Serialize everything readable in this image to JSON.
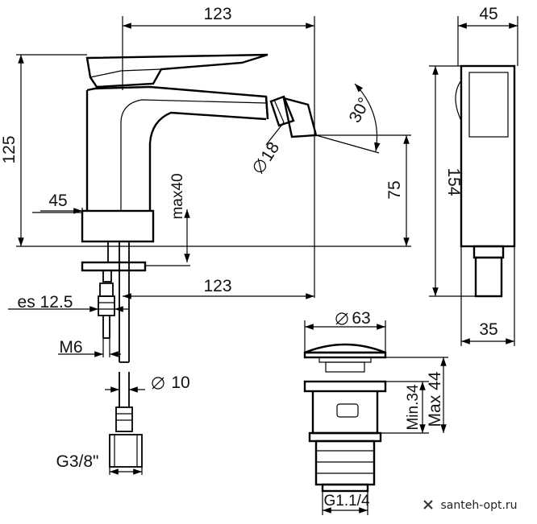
{
  "labels": {
    "top_width": "123",
    "right_width": "45",
    "height_125": "125",
    "spout_45": "45",
    "max40": "max40",
    "h75": "75",
    "angle30": "30°",
    "diam18": "18",
    "lower_123": "123",
    "es": "es 12.5",
    "m6": "M6",
    "diam10": "10",
    "g38": "G3/8\"",
    "h154": "154",
    "w35": "35",
    "diam63": "63",
    "min34": "Min.34",
    "max44": "Max 44",
    "g114": "G1.1/4"
  },
  "watermark": "santeh-opt.ru",
  "icons": {
    "diameter": "diameter-symbol-icon",
    "watermark": "x-mark-icon"
  }
}
